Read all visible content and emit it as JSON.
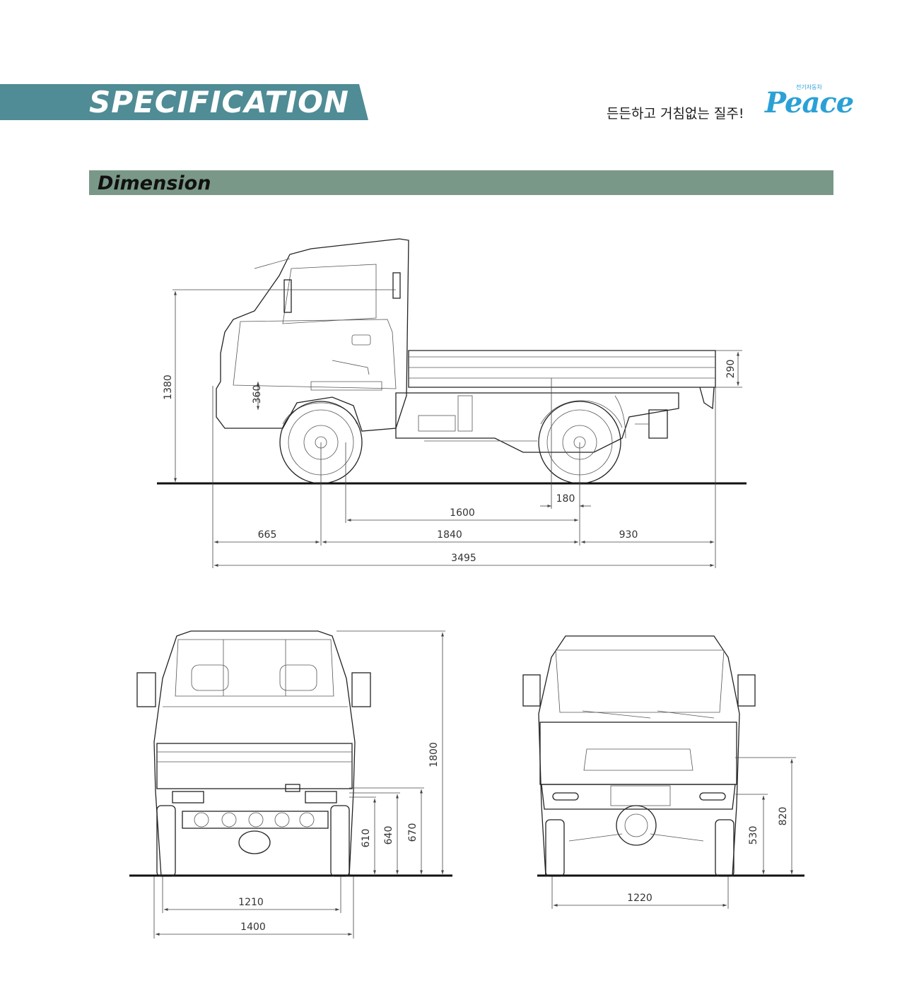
{
  "header": {
    "title": "SPECIFICATION",
    "slogan": "든든하고 거침없는 질주!",
    "brand_small": "전기자동차",
    "brand_name": "Peace"
  },
  "section": {
    "title": "Dimension"
  },
  "dimensions": {
    "side": {
      "overall_height": "1380",
      "cabin_floor": "360",
      "deck_side_height": "290",
      "rear_width_offset": "180",
      "deck_length": "1600",
      "front_overhang": "665",
      "wheelbase": "1840",
      "rear_overhang": "930",
      "overall_length": "3495"
    },
    "rear": {
      "total_height": "1800",
      "lamp_610": "610",
      "lamp_640": "640",
      "lamp_670": "670",
      "rear_track": "1210",
      "overall_width": "1400"
    },
    "front": {
      "bumper_height": "530",
      "hood_height": "820",
      "front_track": "1220"
    }
  },
  "colors": {
    "banner": "#4f8c95",
    "section_bar": "#7a9888",
    "brand": "#2aa1d6"
  }
}
